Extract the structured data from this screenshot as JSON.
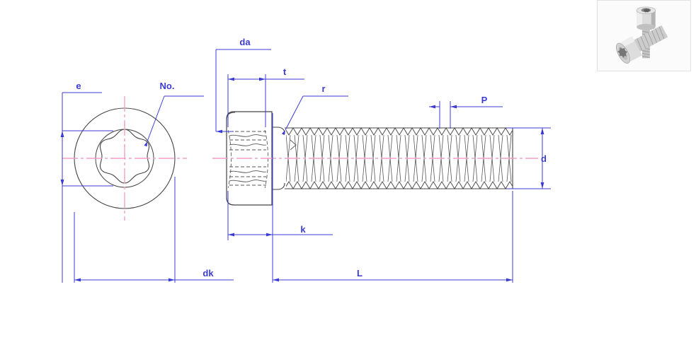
{
  "drawing": {
    "title": "Torx socket head cap screw technical drawing",
    "colors": {
      "dimension_line": "#3b3bd4",
      "center_line": "#f0a0c8",
      "outline": "#444444",
      "hidden_line": "#555555",
      "background": "#ffffff"
    },
    "labels": {
      "e": "e",
      "no": "No.",
      "da": "da",
      "t": "t",
      "r": "r",
      "p": "P",
      "d": "d",
      "k": "k",
      "dk": "dk",
      "L": "L"
    },
    "views": {
      "front": "head-end-view-torx-socket",
      "side": "side-section-view-with-thread"
    }
  },
  "thumbnail": {
    "alt": "photo of two stainless Torx socket head cap screws",
    "background": "#fbfbfb",
    "border": "#e2e2e2",
    "metal_light": "#e9e9e9",
    "metal_mid": "#c9c9c9",
    "metal_dark": "#9a9a9a",
    "metal_darker": "#6f6f6f"
  }
}
